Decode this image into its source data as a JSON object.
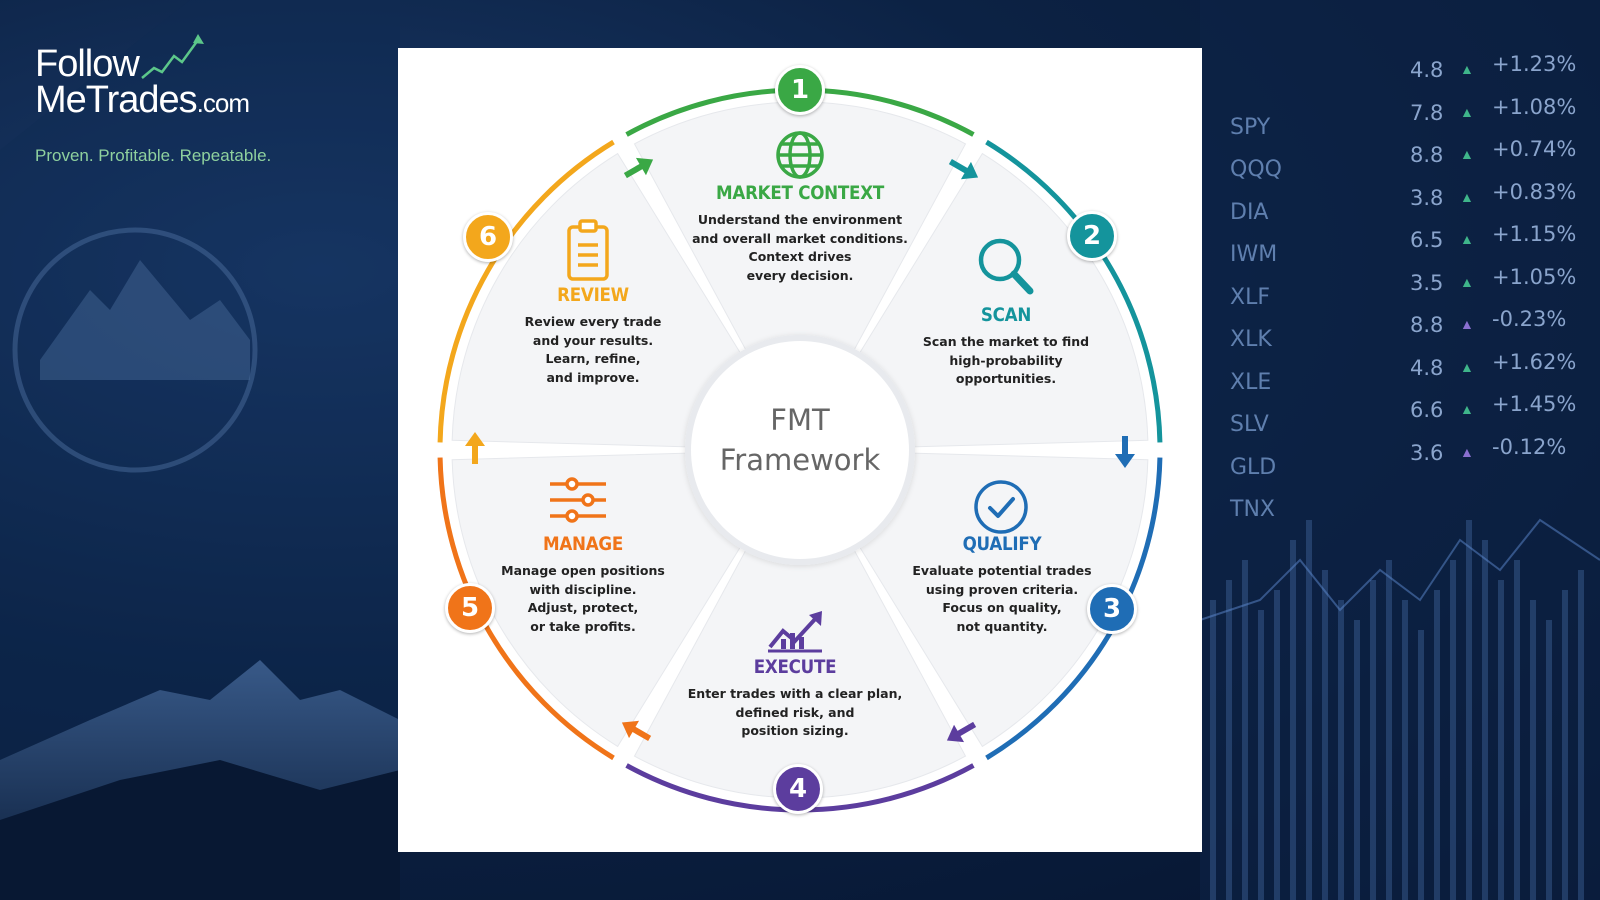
{
  "brand": {
    "line1": "Follow",
    "line2": "MeTrades",
    "domain": ".com",
    "tagline": "Proven. Profitable. Repeatable."
  },
  "ticker": [
    {
      "symbol": "",
      "value": "4.8",
      "change": "+1.23%",
      "direction": "up"
    },
    {
      "symbol": "SPY",
      "value": "7.8",
      "change": "+1.08%",
      "direction": "up"
    },
    {
      "symbol": "QQQ",
      "value": "8.8",
      "change": "+0.74%",
      "direction": "up"
    },
    {
      "symbol": "DIA",
      "value": "3.8",
      "change": "+0.83%",
      "direction": "up"
    },
    {
      "symbol": "IWM",
      "value": "6.5",
      "change": "+1.15%",
      "direction": "up"
    },
    {
      "symbol": "XLF",
      "value": "3.5",
      "change": "+1.05%",
      "direction": "up"
    },
    {
      "symbol": "XLK",
      "value": "8.8",
      "change": "-0.23%",
      "direction": "down"
    },
    {
      "symbol": "XLE",
      "value": "4.8",
      "change": "+1.62%",
      "direction": "up"
    },
    {
      "symbol": "SLV",
      "value": "6.6",
      "change": "+1.45%",
      "direction": "up"
    },
    {
      "symbol": "GLD",
      "value": "3.6",
      "change": "-0.12%",
      "direction": "down"
    },
    {
      "symbol": "TNX",
      "value": "",
      "change": "",
      "direction": ""
    }
  ],
  "framework": {
    "center_line1": "FMT",
    "center_line2": "Framework",
    "steps": [
      {
        "number": "1",
        "title": "MARKET CONTEXT",
        "color": "#3aa845",
        "icon": "globe-icon",
        "desc": [
          "Understand the environment",
          "and overall market conditions.",
          "Context drives",
          "every decision."
        ]
      },
      {
        "number": "2",
        "title": "SCAN",
        "color": "#14949c",
        "icon": "magnifier-icon",
        "desc": [
          "Scan the market to find",
          "high-probability",
          "opportunities."
        ]
      },
      {
        "number": "3",
        "title": "QUALIFY",
        "color": "#1f6db5",
        "icon": "check-circle-icon",
        "desc": [
          "Evaluate potential trades",
          "using proven criteria.",
          "Focus on quality,",
          "not quantity."
        ]
      },
      {
        "number": "4",
        "title": "EXECUTE",
        "color": "#5c3d9e",
        "icon": "trend-chart-icon",
        "desc": [
          "Enter trades with a clear plan,",
          "defined risk, and",
          "position sizing."
        ]
      },
      {
        "number": "5",
        "title": "MANAGE",
        "color": "#f07419",
        "icon": "sliders-icon",
        "desc": [
          "Manage open positions",
          "with discipline.",
          "Adjust, protect,",
          "or take profits."
        ]
      },
      {
        "number": "6",
        "title": "REVIEW",
        "color": "#f3a71c",
        "icon": "clipboard-icon",
        "desc": [
          "Review every trade",
          "and your results.",
          "Learn, refine,",
          "and improve."
        ]
      }
    ]
  }
}
